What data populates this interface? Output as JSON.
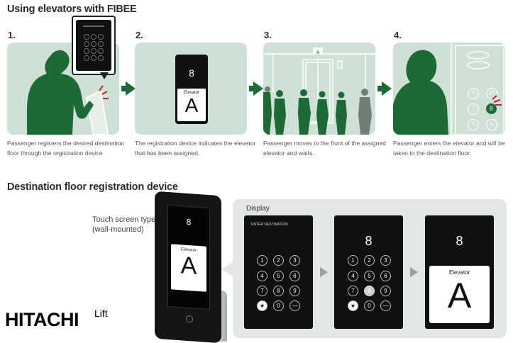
{
  "title": "Using elevators with FIBEE",
  "steps": [
    {
      "number": "1.",
      "caption_l1": "Passenger registers the desired  destination",
      "caption_l2": "floor through the registration device"
    },
    {
      "number": "2.",
      "caption_l1": "The registration device indicates the elevator",
      "caption_l2": "that has been assigned."
    },
    {
      "number": "3.",
      "caption_l1": "Passenger moves to the front of the assigned",
      "caption_l2": "elevator and waits."
    },
    {
      "number": "4.",
      "caption_l1": "Passenger enters the elevator and will be",
      "caption_l2": "taken to the destination floor."
    }
  ],
  "step2_device": {
    "floor": "8",
    "elevator_label": "Elevator",
    "elevator_letter": "A"
  },
  "step3_sign": "A",
  "step4_buttons": [
    "9",
    "10",
    "7",
    "8",
    "5",
    "6"
  ],
  "section2_title": "Destination floor registration device",
  "device_type_l1": "Touch screen type",
  "device_type_l2": "(wall-mounted)",
  "device_screen": {
    "floor": "8",
    "elevator_label": "Elevator",
    "elevator_letter": "A"
  },
  "display_label": "Display",
  "display1": {
    "header": "ENTER DESTINATION",
    "keys": [
      "1",
      "2",
      "3",
      "4",
      "5",
      "6",
      "7",
      "8",
      "9",
      "★",
      "0",
      "—"
    ]
  },
  "display2": {
    "floor": "8",
    "keys": [
      "1",
      "2",
      "3",
      "4",
      "5",
      "6",
      "7",
      "8",
      "9",
      "★",
      "0",
      "—"
    ]
  },
  "display3": {
    "floor": "8",
    "elevator_label": "Elevator",
    "elevator_letter": "A"
  },
  "logo": {
    "brand": "HITACHI",
    "suffix": "Lift"
  },
  "colors": {
    "dark_green": "#1e6a36",
    "panel_green": "#cfe1d6",
    "display_bg": "#e3e6e6"
  }
}
